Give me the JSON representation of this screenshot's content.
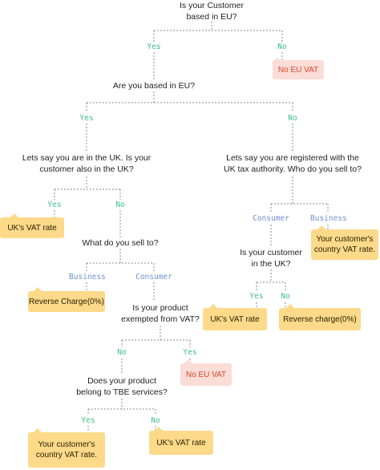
{
  "questions": {
    "q1": "Is your Customer\nbased in EU?",
    "q2": "Are you based in EU?",
    "q3": "Lets say you are in the UK. Is your\ncustomer also in the UK?",
    "q4": "Lets say you are registered with the\nUK tax authority.  Who do you sell to?",
    "q5": "What do you sell to?",
    "q6": "Is your customer\nin the UK?",
    "q7": "Is your product\nexempted from VAT?",
    "q8": "Does your product\nbelong to TBE services?"
  },
  "labels": {
    "q1_yes": "Yes",
    "q1_no": "No",
    "q2_yes": "Yes",
    "q2_no": "No",
    "q3_yes": "Yes",
    "q3_no": "No",
    "q4_consumer": "Consumer",
    "q4_business": "Business",
    "q5_business": "Business",
    "q5_consumer": "Consumer",
    "q6_yes": "Yes",
    "q6_no": "No",
    "q7_no": "No",
    "q7_yes": "Yes",
    "q8_yes": "Yes",
    "q8_no": "No"
  },
  "outcomes": {
    "no_eu_vat_1": "No EU VAT",
    "uk_vat_1": "UK's VAT rate",
    "customer_country_1": "Your customer's\ncountry VAT rate.",
    "reverse_charge_1": "Reverse Charge(0%)",
    "uk_vat_2": "UK's VAT rate",
    "reverse_charge_2": "Reverse charge(0%)",
    "no_eu_vat_2": "No EU VAT",
    "customer_country_2": "Your customer's\ncountry VAT rate.",
    "uk_vat_3": "UK's VAT rate"
  },
  "colors": {
    "yes_no_label": "#3fbf86",
    "consumer_business_label": "#6f8fd0",
    "outcome_yellow": "#fdd98a",
    "outcome_red_bg": "#fcdcd6",
    "outcome_red_text": "#d9462e",
    "connector": "#8a8a8a"
  }
}
